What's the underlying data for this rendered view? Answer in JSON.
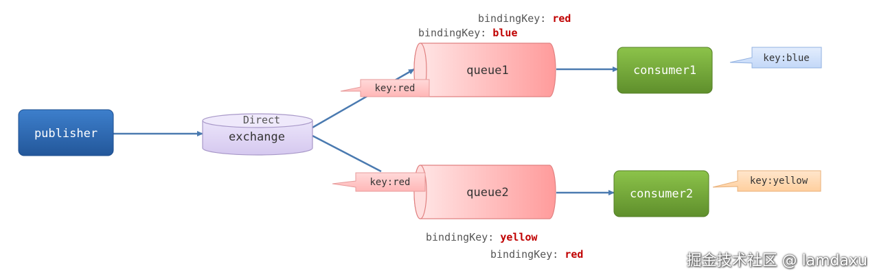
{
  "nodes": {
    "publisher": "publisher",
    "exchange_type": "Direct",
    "exchange": "exchange",
    "queue1": "queue1",
    "queue2": "queue2",
    "consumer1": "consumer1",
    "consumer2": "consumer2"
  },
  "route_keys": {
    "upper": "key:red",
    "lower": "key:red"
  },
  "consumer_keys": {
    "consumer1": "key:blue",
    "consumer2": "key:yellow"
  },
  "binding_keys": {
    "prefix": "bindingKey: ",
    "queue1": [
      "red",
      "blue"
    ],
    "queue2": [
      "yellow",
      "red"
    ]
  },
  "watermark": "掘金技术社区 @ lamdaxu",
  "colors": {
    "publisher": "#2f6db8",
    "exchange": "#ddd3f2",
    "queue": "#ff9d9d",
    "consumer": "#73a93c",
    "arrow": "#4a7ab0",
    "binding_value": "#c00000",
    "key_blue": "#cfe0fb",
    "key_yellow": "#ffd9b3",
    "key_red": "#ffc9c9"
  }
}
